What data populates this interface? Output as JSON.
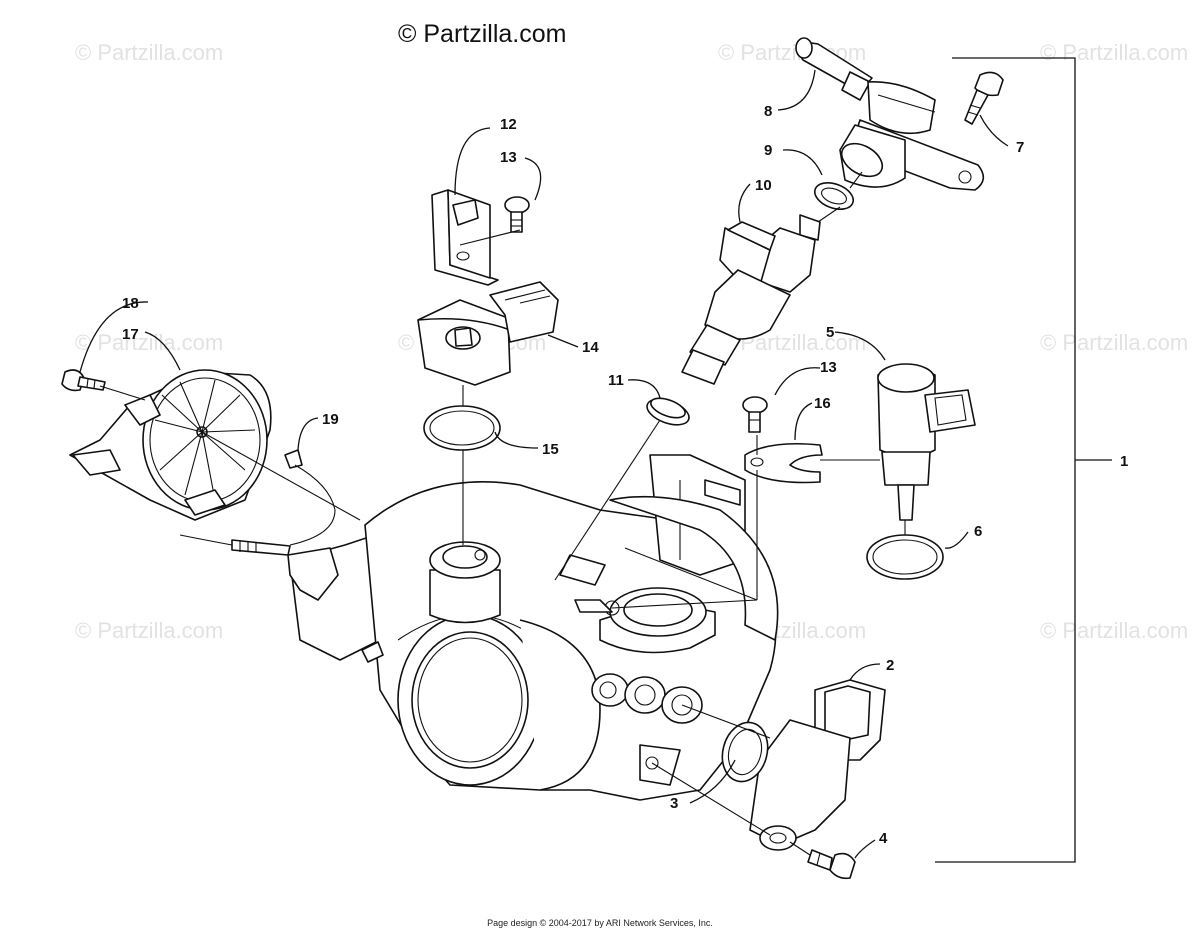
{
  "watermark": {
    "main": "© Partzilla.com",
    "repeat": "© Partzilla.com"
  },
  "callouts": {
    "c1": "1",
    "c2": "2",
    "c3": "3",
    "c4": "4",
    "c5": "5",
    "c6": "6",
    "c7": "7",
    "c8": "8",
    "c9": "9",
    "c10": "10",
    "c11": "11",
    "c12": "12",
    "c13a": "13",
    "c13b": "13",
    "c14": "14",
    "c15": "15",
    "c16": "16",
    "c17": "17",
    "c18": "18",
    "c19": "19"
  },
  "footer": "Page design © 2004-2017 by ARI Network Services, Inc."
}
